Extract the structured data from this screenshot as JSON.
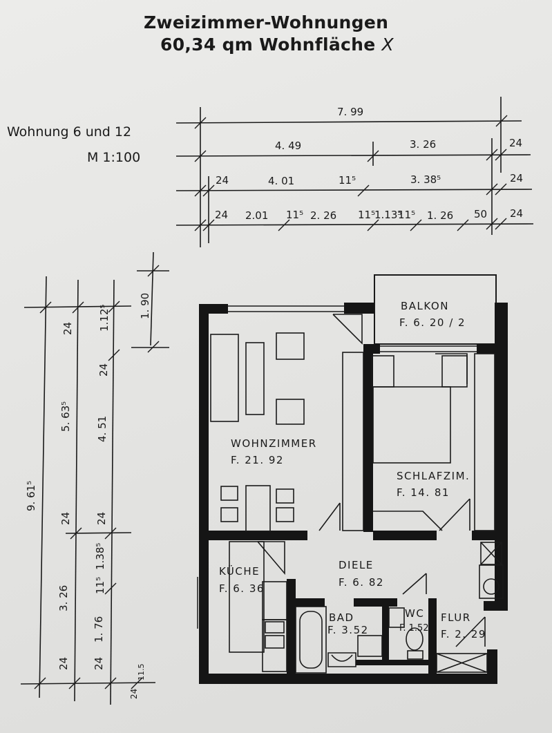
{
  "header": {
    "title": "Zweizimmer-Wohnungen",
    "subtitle": "60,34 qm Wohnfläche",
    "mark": "X",
    "unit_label": "Wohnung 6 und 12",
    "scale": "M 1:100"
  },
  "dimensions": {
    "top_row1": [
      "7. 99"
    ],
    "top_row2": [
      "4. 49",
      "3. 26",
      "24"
    ],
    "top_row3": [
      "24",
      "4. 01",
      "11⁵",
      "3. 38⁵",
      "24"
    ],
    "top_row4": [
      "24",
      "2.01",
      "11⁵",
      "2. 26",
      "11⁵",
      "1.13⁵",
      "11⁵",
      "1. 26",
      "50",
      "24"
    ],
    "left_col1": [
      "9. 61⁵"
    ],
    "left_col2": [
      "24",
      "5. 63⁵",
      "24",
      "3. 26",
      "24"
    ],
    "left_col3": [
      "1.12⁵",
      "24",
      "4. 51",
      "24",
      "1.38⁵",
      "11⁵",
      "1. 76",
      "24"
    ],
    "left_col4": [
      "1. 90"
    ],
    "bottom_small": [
      "24",
      "11.5"
    ]
  },
  "rooms": [
    {
      "name": "BALKON",
      "area": "F.  6. 20 / 2"
    },
    {
      "name": "WOHNZIMMER",
      "area": "F.  21. 92"
    },
    {
      "name": "SCHLAFZIM.",
      "area": "F.  14. 81"
    },
    {
      "name": "DIELE",
      "area": "F.  6. 82"
    },
    {
      "name": "KÜCHE",
      "area": "F.  6. 36"
    },
    {
      "name": "BAD",
      "area": "F.  3.52"
    },
    {
      "name": "WC",
      "area": "F. 1.52"
    },
    {
      "name": "FLUR",
      "area": "F.  2. 29"
    }
  ]
}
